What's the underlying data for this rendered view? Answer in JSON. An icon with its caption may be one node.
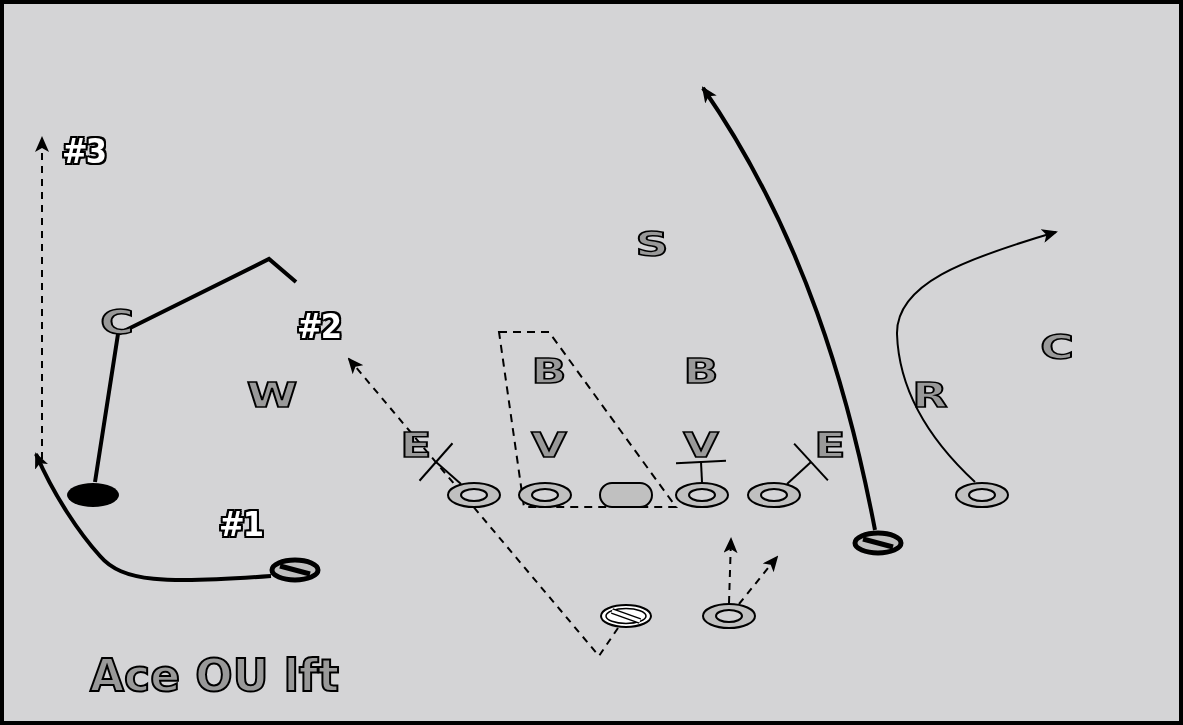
{
  "diagram": {
    "title": "Ace OU lft",
    "nodes": [
      {
        "text": [
          "S"
        ]
      },
      {
        "text": [
          "C"
        ]
      },
      {
        "text": [
          "B"
        ]
      },
      {
        "text": [
          "B"
        ]
      },
      {
        "text": [
          "C"
        ]
      },
      {
        "text": [
          "W"
        ]
      },
      {
        "text": [
          "R"
        ]
      },
      {
        "text": [
          "E"
        ]
      },
      {
        "text": [
          "V"
        ]
      },
      {
        "text": [
          "V"
        ]
      },
      {
        "text": [
          "E"
        ]
      },
      {
        "text": [],
        "shape": "ellipse"
      },
      {
        "text": [],
        "shape": "ellipse"
      },
      {
        "text": [],
        "shape": "ellipse"
      },
      {
        "text": [],
        "shape": "box"
      },
      {
        "text": [],
        "shape": "ellipse"
      },
      {
        "text": [],
        "shape": "ellipse"
      },
      {
        "text": [],
        "shape": "ellipse"
      },
      {
        "text": [],
        "shape": "ellipse"
      },
      {
        "text": [],
        "shape": "ellipse"
      },
      {
        "text": [],
        "shape": "ellipse"
      },
      {
        "text": [],
        "shape": "ellipse"
      }
    ],
    "edges": [
      {
        "from": 19,
        "to": null,
        "arrow": "to",
        "style": "thick"
      },
      {
        "from": 11,
        "to": null,
        "arrow": "none",
        "style": "thick"
      },
      {
        "from": 20,
        "to": null,
        "arrow": "to",
        "style": "dashed"
      },
      {
        "from": 21,
        "to": null,
        "arrow": "to",
        "style": "dashed"
      },
      {
        "from": 21,
        "to": null,
        "arrow": "to",
        "style": "dashed"
      },
      {
        "from": 18,
        "to": null,
        "arrow": "to",
        "style": "thick"
      },
      {
        "from": 17,
        "to": null,
        "arrow": "to"
      },
      {
        "from": 12,
        "to": 7,
        "arrow": "other"
      },
      {
        "from": 15,
        "to": 9,
        "arrow": "other"
      },
      {
        "from": 16,
        "to": 10,
        "arrow": "other"
      }
    ],
    "labels": [
      "#3",
      "#2",
      "#1"
    ]
  }
}
